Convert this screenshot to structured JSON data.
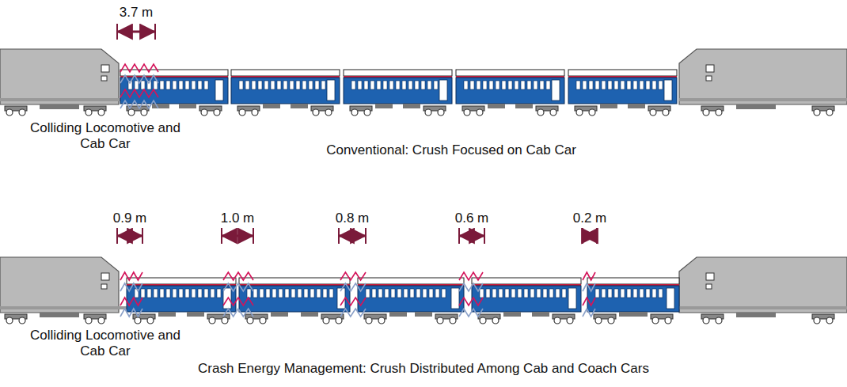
{
  "diagram": {
    "labels": [
      "3.7 m",
      "Colliding Locomotive and Cab Car",
      "Conventional: Crush Focused on Cab Car",
      "0.9 m",
      "1.0 m",
      "0.8 m",
      "0.6 m",
      "0.2 m",
      "Colliding Locomotive and Cab Car",
      "Crash Energy Management: Crush Distributed Among Cab and Coach Cars"
    ]
  }
}
